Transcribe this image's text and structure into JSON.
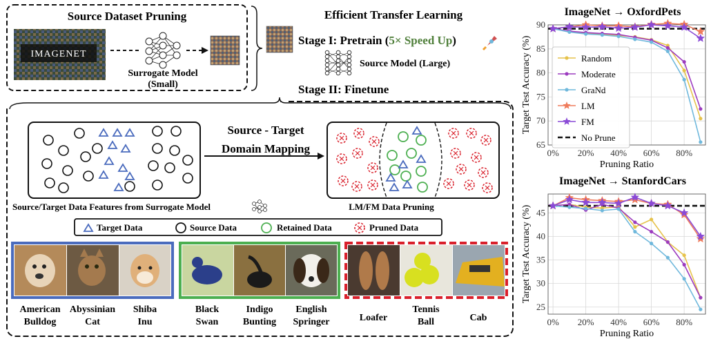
{
  "pruning": {
    "title": "Source Dataset Pruning",
    "imagenet_logo": "IMAGENET",
    "surrogate_line1": "Surrogate Model",
    "surrogate_line2": "(Small)"
  },
  "transfer": {
    "title": "Efficient Transfer Learning",
    "stage1_prefix": "Stage I: Pretrain (",
    "stage1_speed": "5× Speed Up",
    "stage1_suffix": ")",
    "rocket_icon": "rocket-icon",
    "source_model": "Source Model (Large)",
    "stage2": "Stage II: Finetune"
  },
  "mapping": {
    "arrow_line1": "Source - Target",
    "arrow_line2": "Domain Mapping",
    "caption_left": "Source/Target Data Features from Surrogate Model",
    "caption_right": "LM/FM Data Pruning"
  },
  "legend": {
    "target": "Target Data",
    "source": "Source Data",
    "retained": "Retained Data",
    "pruned": "Pruned Data"
  },
  "groups": {
    "colors": {
      "target": "#4a6bbd",
      "retained": "#4caf50",
      "pruned": "#d9202b"
    },
    "target_images": [
      {
        "line1": "American",
        "line2": "Bulldog"
      },
      {
        "line1": "Abyssinian",
        "line2": "Cat"
      },
      {
        "line1": "Shiba",
        "line2": "Inu"
      }
    ],
    "retained_images": [
      {
        "line1": "Black",
        "line2": "Swan"
      },
      {
        "line1": "Indigo",
        "line2": "Bunting"
      },
      {
        "line1": "English",
        "line2": "Springer"
      }
    ],
    "pruned_images": [
      {
        "line1": "Loafer",
        "line2": ""
      },
      {
        "line1": "Tennis",
        "line2": "Ball"
      },
      {
        "line1": "Cab",
        "line2": ""
      }
    ]
  },
  "chart_data": [
    {
      "type": "line",
      "title": "ImageNet → OxfordPets",
      "xlabel": "Pruning Ratio",
      "ylabel": "Target Test Accuracy (%)",
      "x": [
        0,
        10,
        20,
        30,
        40,
        50,
        60,
        70,
        80,
        90
      ],
      "xticks": [
        "0%",
        "20%",
        "40%",
        "60%",
        "80%"
      ],
      "xtick_values": [
        0,
        20,
        40,
        60,
        80
      ],
      "yticks": [
        65,
        70,
        75,
        80,
        85,
        90
      ],
      "xlim": [
        -3,
        93
      ],
      "ylim": [
        65,
        90
      ],
      "baseline": 89.2,
      "baseline_name": "No Prune",
      "legend_position": "bottom-left",
      "series": [
        {
          "name": "Random",
          "color": "#e6c24a",
          "marker": "circle",
          "values": [
            89.2,
            88.6,
            88.3,
            88.0,
            87.8,
            87.5,
            86.9,
            85.7,
            80.5,
            70.5
          ]
        },
        {
          "name": "Moderate",
          "color": "#9c3bbf",
          "marker": "circle",
          "values": [
            89.2,
            88.7,
            88.4,
            88.2,
            88.0,
            87.4,
            86.8,
            85.2,
            82.3,
            72.5
          ]
        },
        {
          "name": "GraNd",
          "color": "#6fb8dc",
          "marker": "circle",
          "values": [
            89.2,
            88.5,
            88.1,
            87.9,
            87.6,
            87.0,
            86.4,
            84.5,
            78.6,
            65.6
          ]
        },
        {
          "name": "LM",
          "color": "#ef7b5b",
          "marker": "star",
          "values": [
            89.2,
            89.6,
            90.0,
            89.8,
            89.8,
            89.6,
            90.1,
            90.3,
            90.1,
            88.6
          ]
        },
        {
          "name": "FM",
          "color": "#8a4ad6",
          "marker": "star",
          "values": [
            89.2,
            89.6,
            89.5,
            89.6,
            89.3,
            89.5,
            90.0,
            89.8,
            89.5,
            87.2
          ]
        }
      ]
    },
    {
      "type": "line",
      "title": "ImageNet → StanfordCars",
      "xlabel": "Pruning Ratio",
      "ylabel": "Target Test Accuracy (%)",
      "x": [
        0,
        10,
        20,
        30,
        40,
        50,
        60,
        70,
        80,
        90
      ],
      "xticks": [
        "0%",
        "20%",
        "40%",
        "60%",
        "80%"
      ],
      "xtick_values": [
        0,
        20,
        40,
        60,
        80
      ],
      "yticks": [
        25,
        30,
        35,
        40,
        45
      ],
      "xlim": [
        -3,
        93
      ],
      "ylim": [
        23.5,
        49
      ],
      "baseline": 46.5,
      "baseline_name": "No Prune",
      "series": [
        {
          "name": "Random",
          "color": "#e6c24a",
          "marker": "circle",
          "values": [
            46.5,
            46.8,
            46.2,
            46.0,
            46.3,
            42.0,
            43.6,
            38.8,
            36.0,
            27.0
          ]
        },
        {
          "name": "Moderate",
          "color": "#9c3bbf",
          "marker": "circle",
          "values": [
            46.5,
            46.8,
            45.6,
            46.8,
            46.0,
            43.0,
            41.0,
            38.8,
            34.0,
            27.0
          ]
        },
        {
          "name": "GraNd",
          "color": "#6fb8dc",
          "marker": "circle",
          "values": [
            46.5,
            46.2,
            45.9,
            45.5,
            45.8,
            41.0,
            38.5,
            35.5,
            31.0,
            24.5
          ]
        },
        {
          "name": "LM",
          "color": "#ef7b5b",
          "marker": "star",
          "values": [
            46.5,
            48.2,
            47.8,
            47.6,
            47.4,
            47.8,
            47.0,
            46.8,
            44.6,
            39.5
          ]
        },
        {
          "name": "FM",
          "color": "#8a4ad6",
          "marker": "star",
          "values": [
            46.5,
            47.8,
            47.2,
            47.2,
            47.0,
            48.3,
            47.0,
            46.5,
            45.0,
            40.0
          ]
        }
      ]
    }
  ]
}
